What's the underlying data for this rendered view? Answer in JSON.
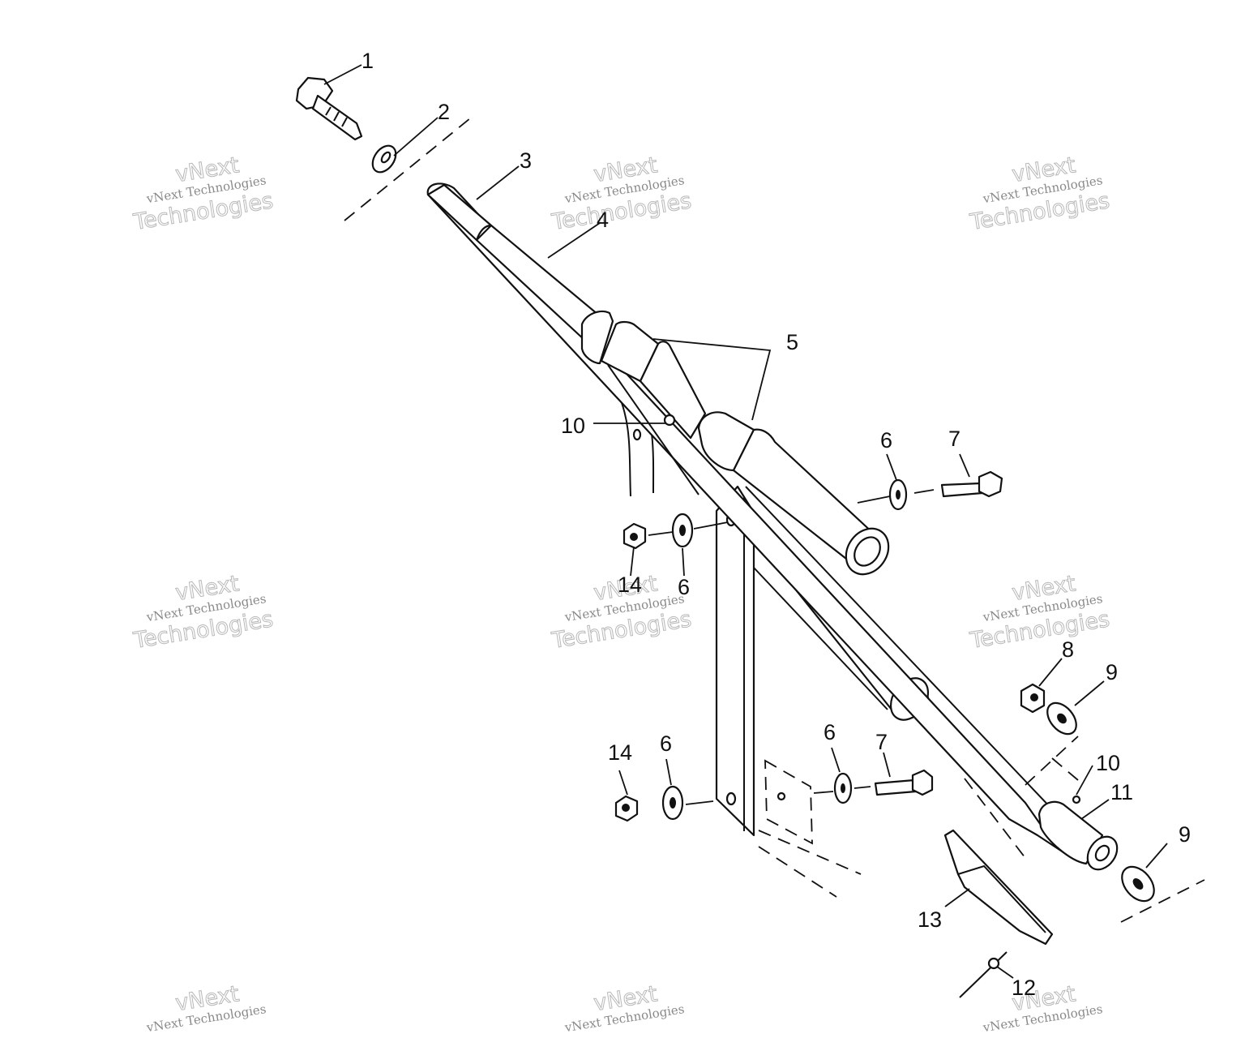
{
  "callouts": {
    "c1": "1",
    "c2": "2",
    "c3": "3",
    "c4": "4",
    "c5": "5",
    "c6a": "6",
    "c7a": "7",
    "c10a": "10",
    "c14a": "14",
    "c6b": "6",
    "c8": "8",
    "c9a": "9",
    "c14b": "14",
    "c6c": "6",
    "c6d": "6",
    "c7b": "7",
    "c10b": "10",
    "c11": "11",
    "c9b": "9",
    "c13": "13",
    "c12": "12"
  },
  "watermark": {
    "company": "vNext Technologies",
    "brand": "vNext",
    "word": "Technologies"
  }
}
